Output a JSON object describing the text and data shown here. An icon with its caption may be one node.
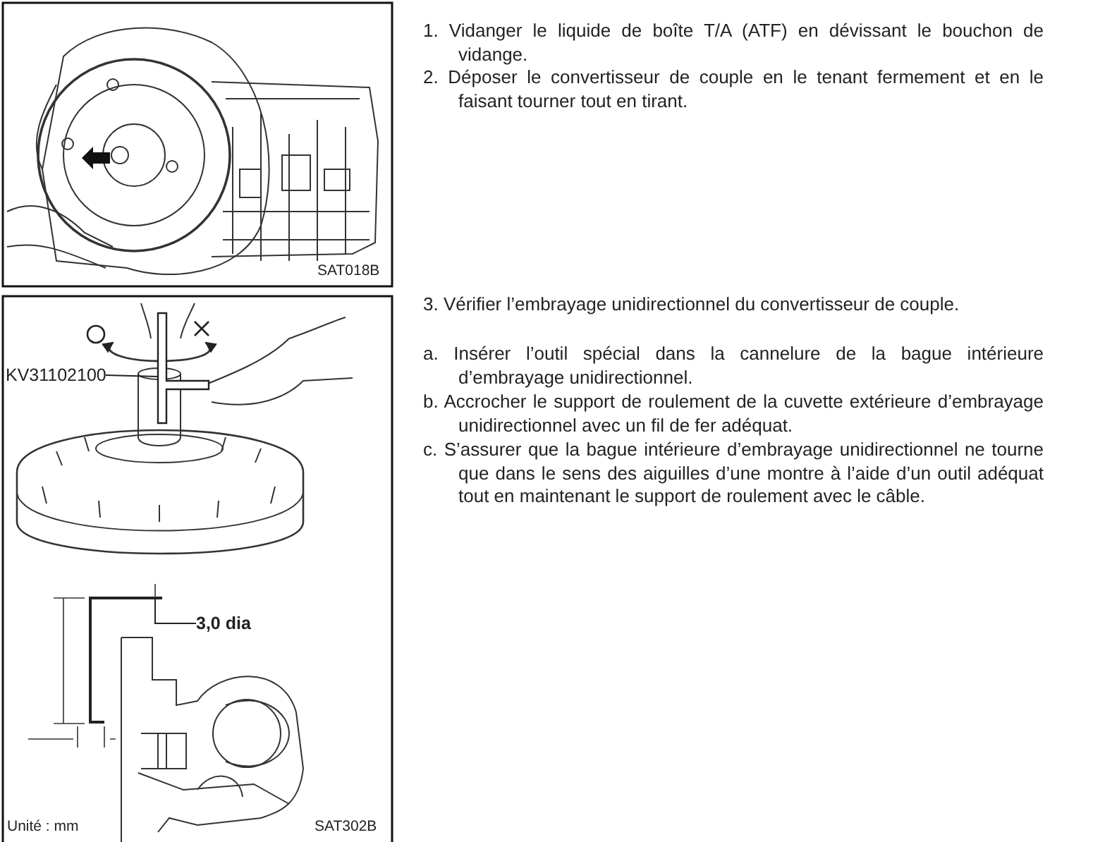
{
  "diagram": {
    "nodes": [
      {
        "text": [
          "KV31102100"
        ]
      },
      {
        "text": [],
        "shape": "picture"
      },
      {
        "text": [
          "3,0 dia"
        ]
      },
      {
        "text": [],
        "shape": "picture"
      }
    ],
    "edges": [
      {
        "from": 0,
        "to": 1,
        "arrow": "none"
      },
      {
        "from": 2,
        "to": 3,
        "arrow": "none"
      }
    ],
    "labels": [
      "SAT018B",
      "1. Vidanger le liquide de boîte T/A (ATF) en dévissant le bouchon de vidange.",
      "2. Déposer le convertisseur de couple en le tenant fermement et en le faisant tourner tout en tirant.",
      "3. Vérifier l’embrayage unidirectionnel du convertisseur de couple.",
      "a. Insérer l’outil spécial dans la cannelure de la bague intérieure d’embrayage unidirectionnel.",
      "b. Accrocher le support de roulement de la cuvette extérieure d’embrayage unidirectionnel avec un fil de fer adéquat.",
      "c. S’assurer que la bague intérieure d’embrayage unidirectionnel ne tourne que dans le sens des aiguilles d’une montre à l’aide d’un outil adéquat tout en maintenant le support de roulement avec le câble.",
      "Unité : mm",
      "SAT302B"
    ]
  }
}
